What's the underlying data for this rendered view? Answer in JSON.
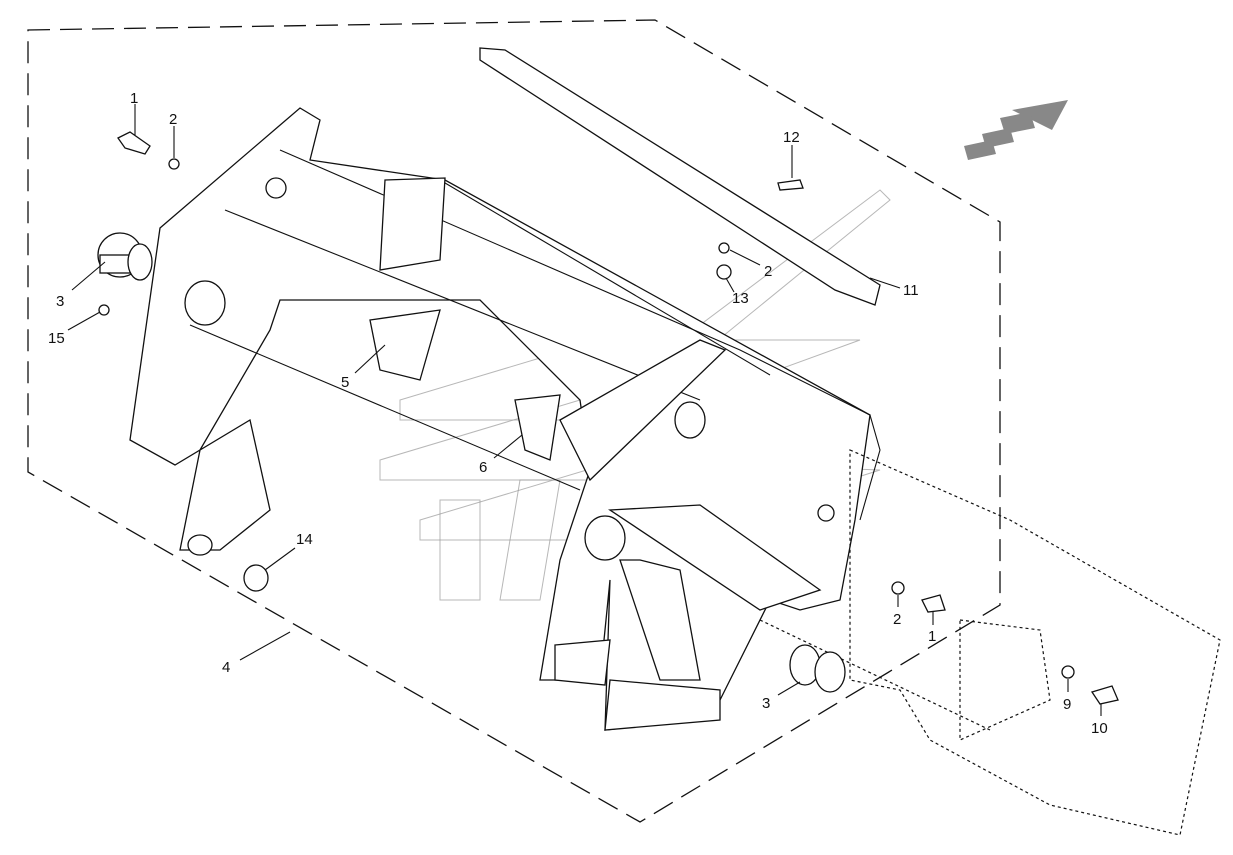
{
  "diagram": {
    "type": "exploded parts diagram",
    "callouts": [
      {
        "id": "c1a",
        "text": "1"
      },
      {
        "id": "c2a",
        "text": "2"
      },
      {
        "id": "c3a",
        "text": "3"
      },
      {
        "id": "c15",
        "text": "15"
      },
      {
        "id": "c12",
        "text": "12"
      },
      {
        "id": "c2b",
        "text": "2"
      },
      {
        "id": "c13",
        "text": "13"
      },
      {
        "id": "c11",
        "text": "11"
      },
      {
        "id": "c5",
        "text": "5"
      },
      {
        "id": "c6",
        "text": "6"
      },
      {
        "id": "c14",
        "text": "14"
      },
      {
        "id": "c4",
        "text": "4"
      },
      {
        "id": "c2c",
        "text": "2"
      },
      {
        "id": "c1b",
        "text": "1"
      },
      {
        "id": "c3b",
        "text": "3"
      },
      {
        "id": "c9",
        "text": "9"
      },
      {
        "id": "c10",
        "text": "10"
      }
    ],
    "colors": {
      "line": "#111111",
      "watermark": "#999999",
      "background": "#ffffff"
    }
  }
}
